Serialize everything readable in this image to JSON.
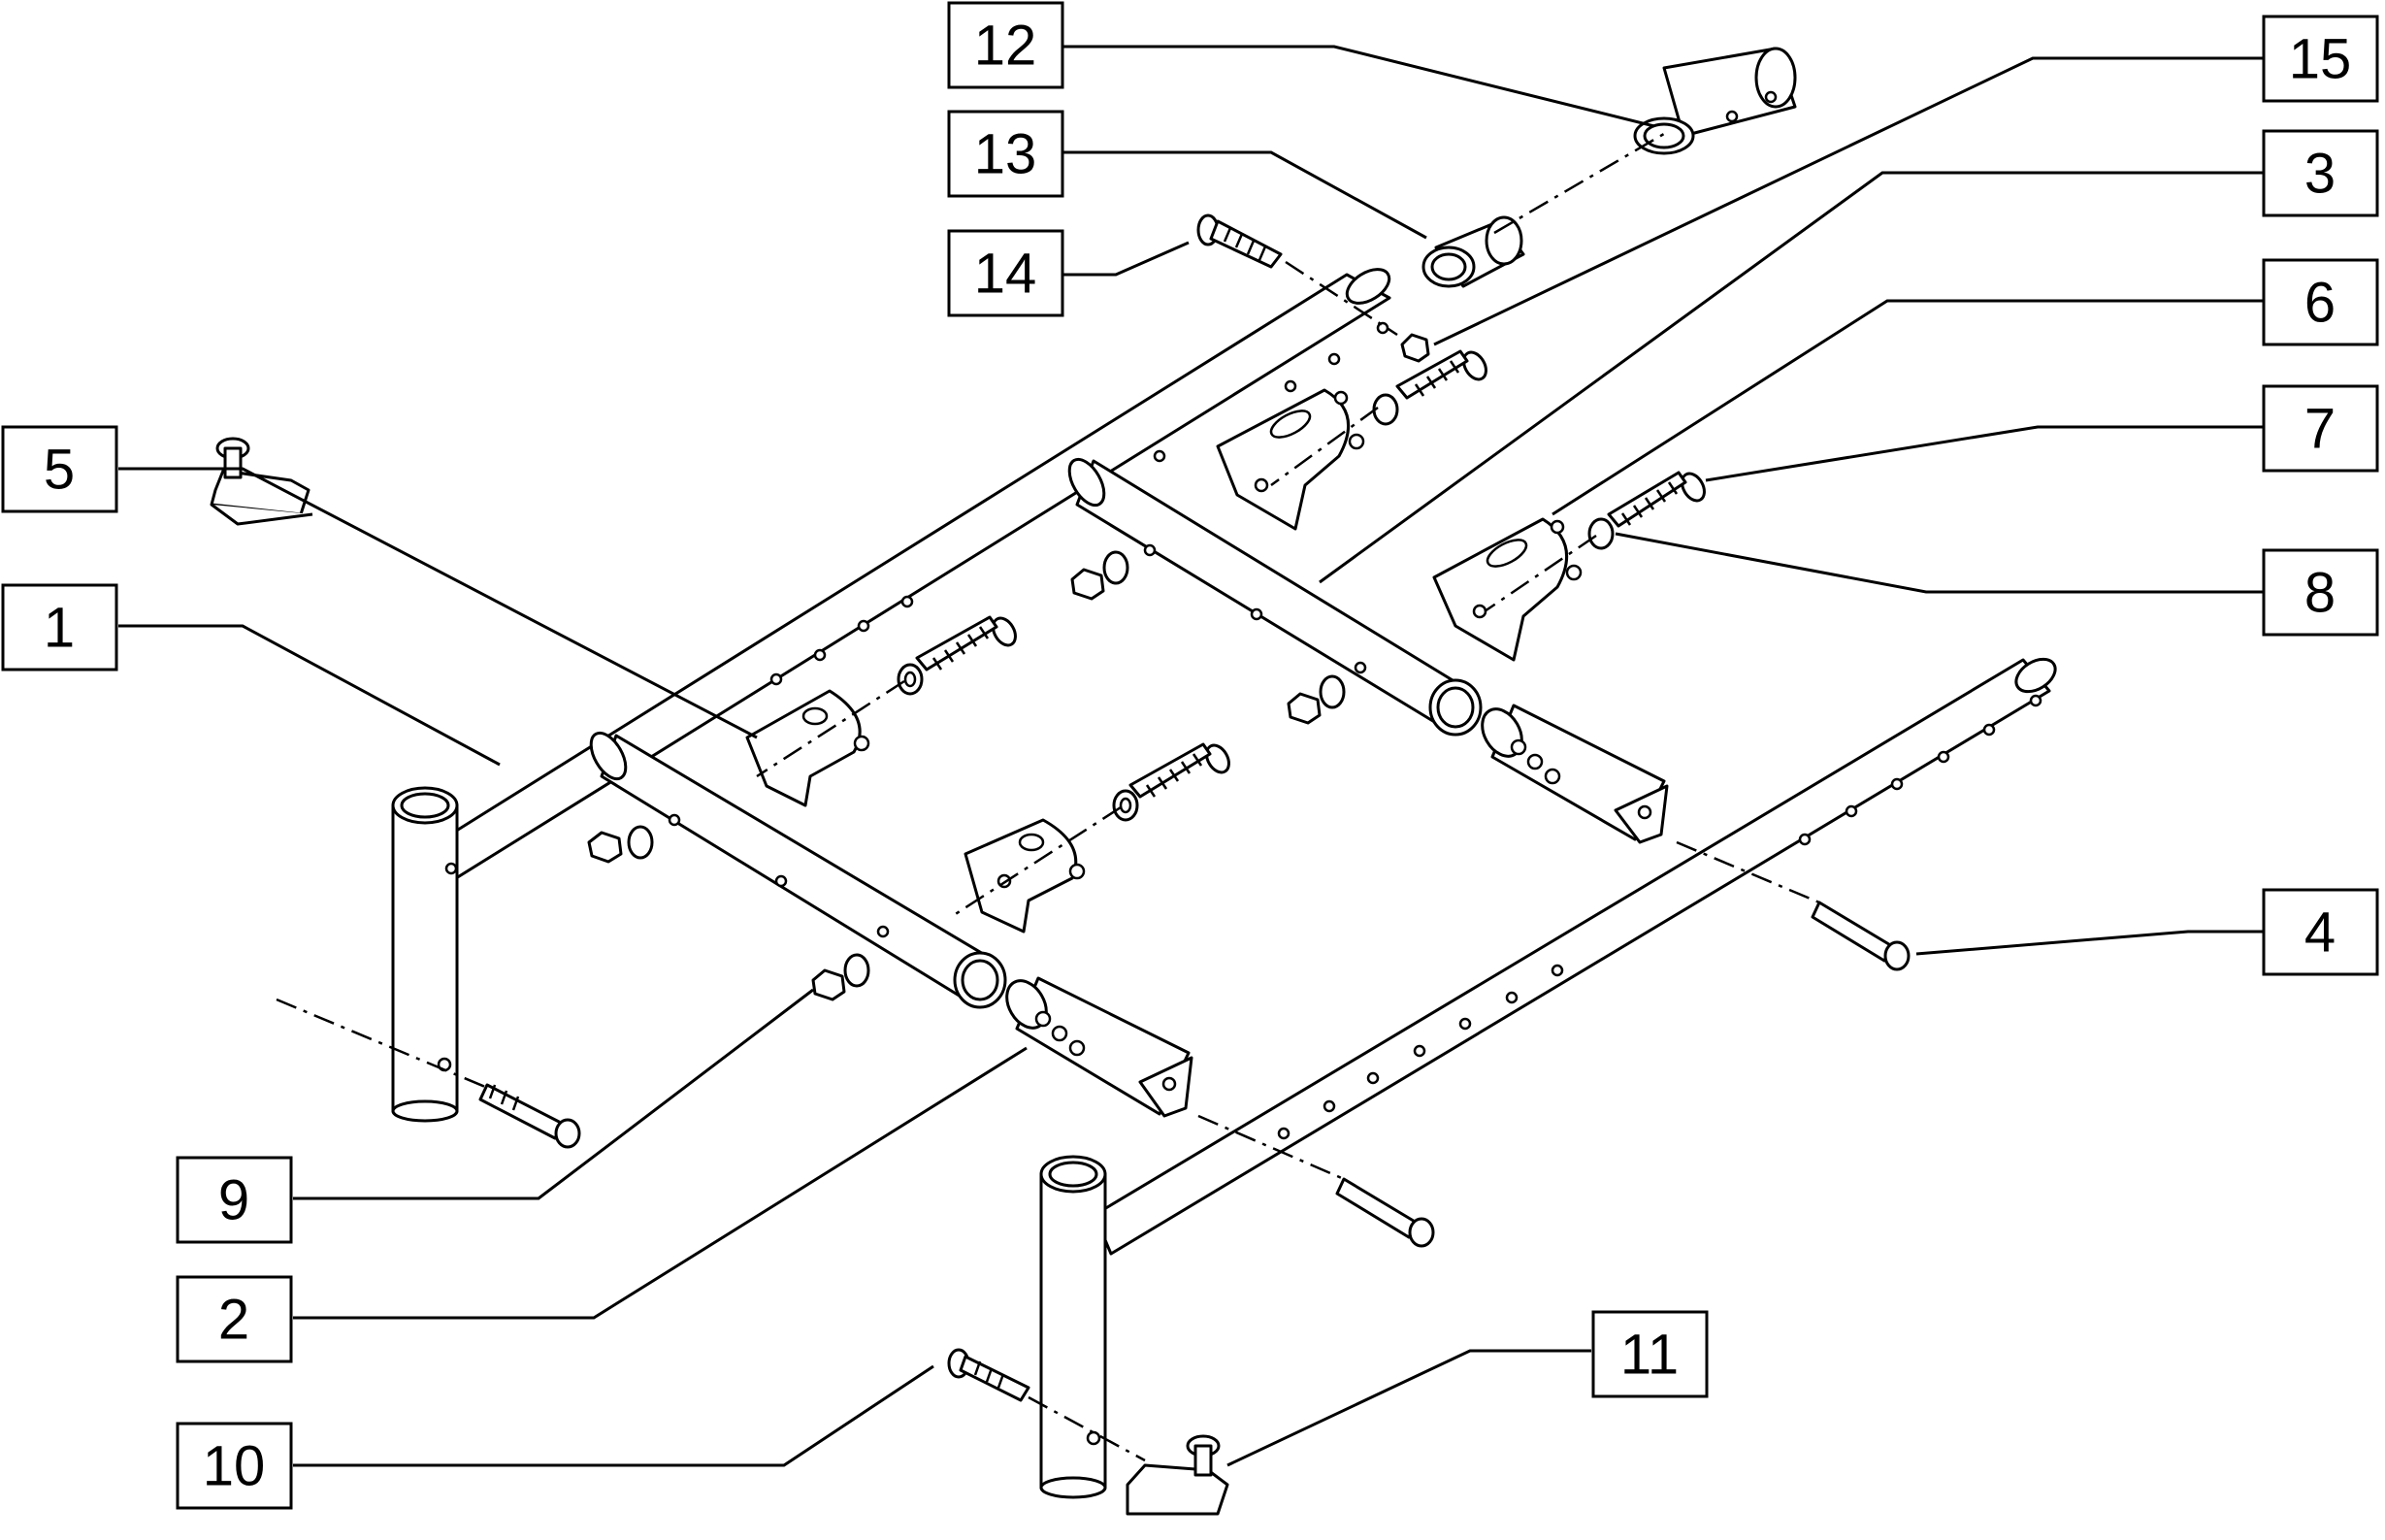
{
  "diagram": {
    "callouts": [
      {
        "id": "c12",
        "label": "12"
      },
      {
        "id": "c13",
        "label": "13"
      },
      {
        "id": "c14",
        "label": "14"
      },
      {
        "id": "c15",
        "label": "15"
      },
      {
        "id": "c3",
        "label": "3"
      },
      {
        "id": "c6",
        "label": "6"
      },
      {
        "id": "c7",
        "label": "7"
      },
      {
        "id": "c8",
        "label": "8"
      },
      {
        "id": "c5",
        "label": "5"
      },
      {
        "id": "c1",
        "label": "1"
      },
      {
        "id": "c4",
        "label": "4"
      },
      {
        "id": "c9",
        "label": "9"
      },
      {
        "id": "c2",
        "label": "2"
      },
      {
        "id": "c10",
        "label": "10"
      },
      {
        "id": "c11",
        "label": "11"
      }
    ],
    "colors": {
      "line": "#000000",
      "background": "#ffffff"
    }
  }
}
